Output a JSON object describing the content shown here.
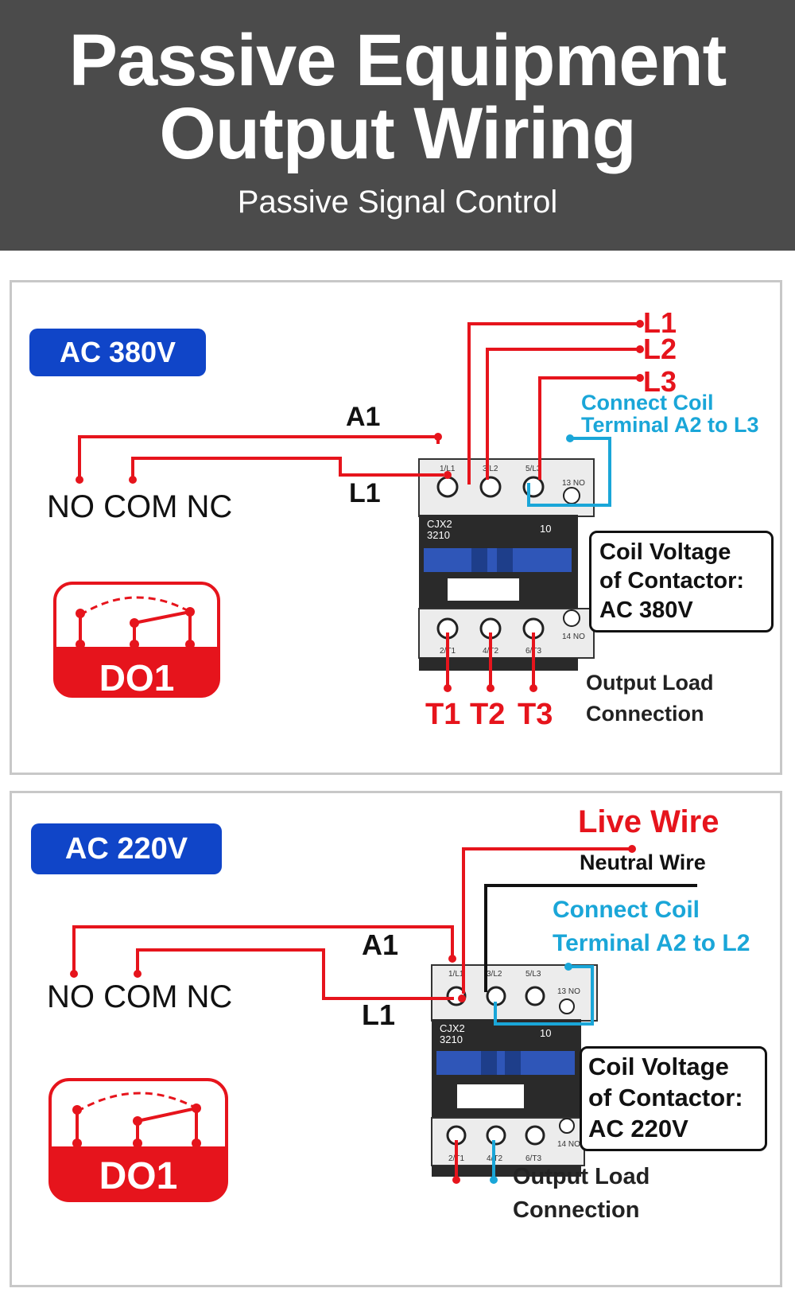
{
  "header": {
    "title_line1": "Passive Equipment",
    "title_line2": "Output Wiring",
    "subtitle": "Passive Signal Control"
  },
  "colors": {
    "header_bg": "#4b4b4b",
    "badge": "#1045c8",
    "wire_red": "#e6141c",
    "wire_cyan": "#1aa6d8",
    "wire_black": "#111111"
  },
  "panel_380": {
    "badge": "AC 380V",
    "relay_terms": "NO COM NC",
    "do_label": "DO1",
    "a1": "A1",
    "l1_side": "L1",
    "line1": "L1",
    "line2": "L2",
    "line3": "L3",
    "connect_line1": "Connect Coil",
    "connect_line2": "Terminal A2 to L3",
    "coil_line1": "Coil Voltage",
    "coil_line2": "of Contactor:",
    "coil_line3": "AC 380V",
    "t1": "T1",
    "t2": "T2",
    "t3": "T3",
    "output_line1": "Output Load",
    "output_line2": "Connection",
    "model_line1": "CJX2",
    "model_line2": "3210",
    "model_code": "10",
    "top_terms": [
      "1/L1",
      "3/L2",
      "5/L3",
      "13 NO"
    ],
    "bottom_terms": [
      "2/T1",
      "4/T2",
      "6/T3",
      "14 NO"
    ]
  },
  "panel_220": {
    "badge": "AC 220V",
    "relay_terms": "NO COM NC",
    "do_label": "DO1",
    "a1": "A1",
    "l1_side": "L1",
    "live": "Live Wire",
    "neutral": "Neutral Wire",
    "connect_line1": "Connect Coil",
    "connect_line2": "Terminal A2 to L2",
    "coil_line1": "Coil Voltage",
    "coil_line2": "of Contactor:",
    "coil_line3": "AC 220V",
    "output_line1": "Output Load",
    "output_line2": "Connection",
    "model_line1": "CJX2",
    "model_line2": "3210",
    "model_code": "10",
    "top_terms": [
      "1/L1",
      "3/L2",
      "5/L3",
      "13 NO"
    ],
    "bottom_terms": [
      "2/T1",
      "4/T2",
      "6/T3",
      "14 NO"
    ]
  }
}
